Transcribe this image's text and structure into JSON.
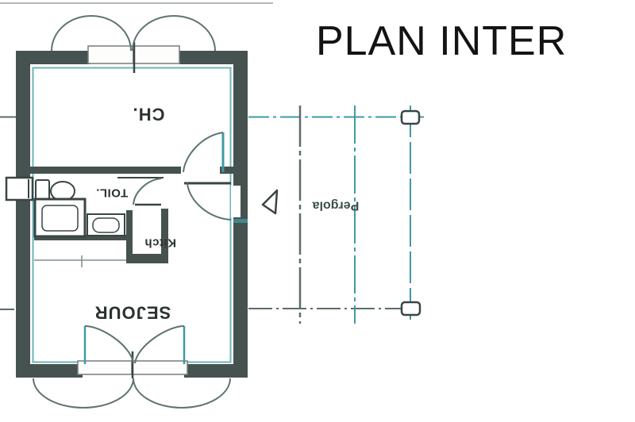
{
  "title": "PLAN INTER",
  "plan": {
    "rooms": {
      "bedroom": "CH.",
      "toilet": "TOIL.",
      "kitchen": "Kitch",
      "living": "SEJOUR",
      "pergola": "Pergola"
    },
    "colors": {
      "wall": "#46524f",
      "teal_light": "#6db4b7",
      "teal_medium": "#3f9ba1",
      "line_gray": "#5b6c6a",
      "arc": "#5e7472",
      "ink": "#3a4543",
      "label": "#2a3331",
      "title": "#131313",
      "background": "#ffffff"
    }
  }
}
